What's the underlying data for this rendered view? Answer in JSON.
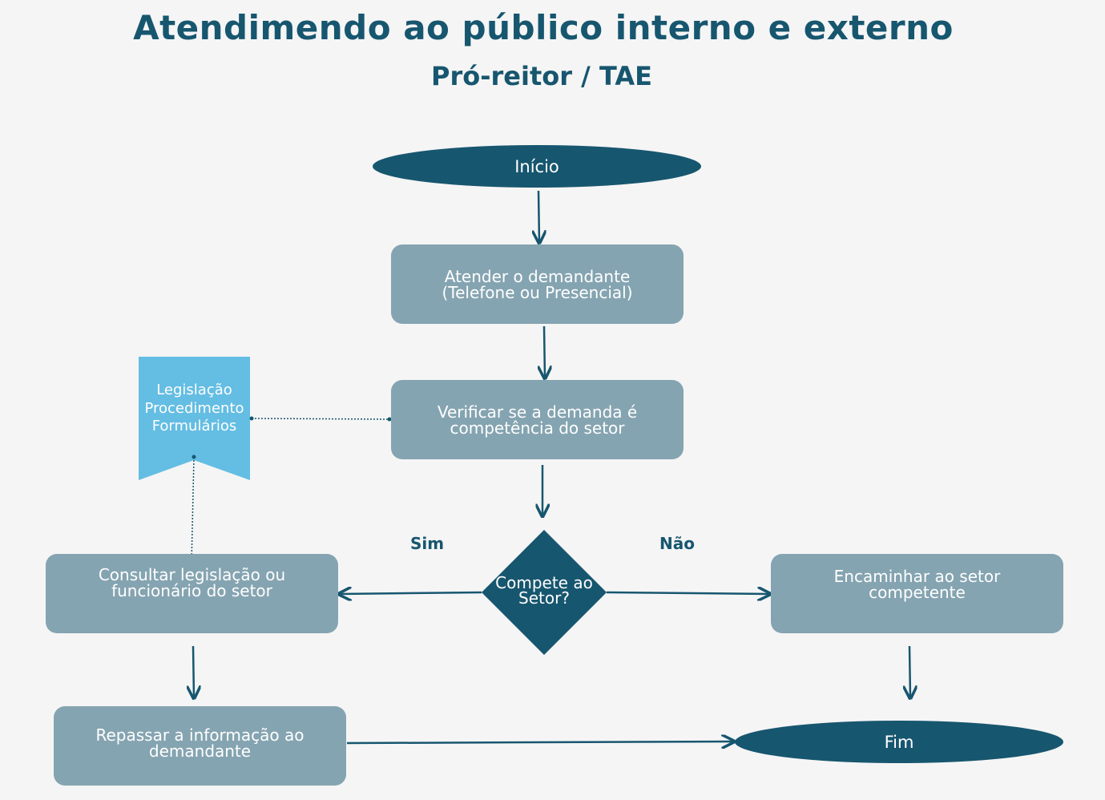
{
  "title": "Atendimendo ao público interno e externo",
  "subtitle": "Pró-reitor / TAE",
  "nodes": {
    "start": "Início",
    "attend": "Atender o demandante\n(Telefone ou Presencial)",
    "verify": "Verificar se a demanda é\ncompetência do setor",
    "decision": "Compete ao\nSetor?",
    "consult": "Consultar legislação ou\nfuncionário do setor",
    "forward": "Encaminhar ao setor\ncompetente",
    "relay": "Repassar a informação ao\ndemandante",
    "end": "Fim",
    "document": "Legislação\nProcedimento\nFormulários"
  },
  "edge_labels": {
    "yes": "Sim",
    "no": "Não"
  },
  "colors": {
    "primary": "#17566f",
    "process": "#85a4b1",
    "document": "#64bde3",
    "background": "#f5f5f5"
  }
}
